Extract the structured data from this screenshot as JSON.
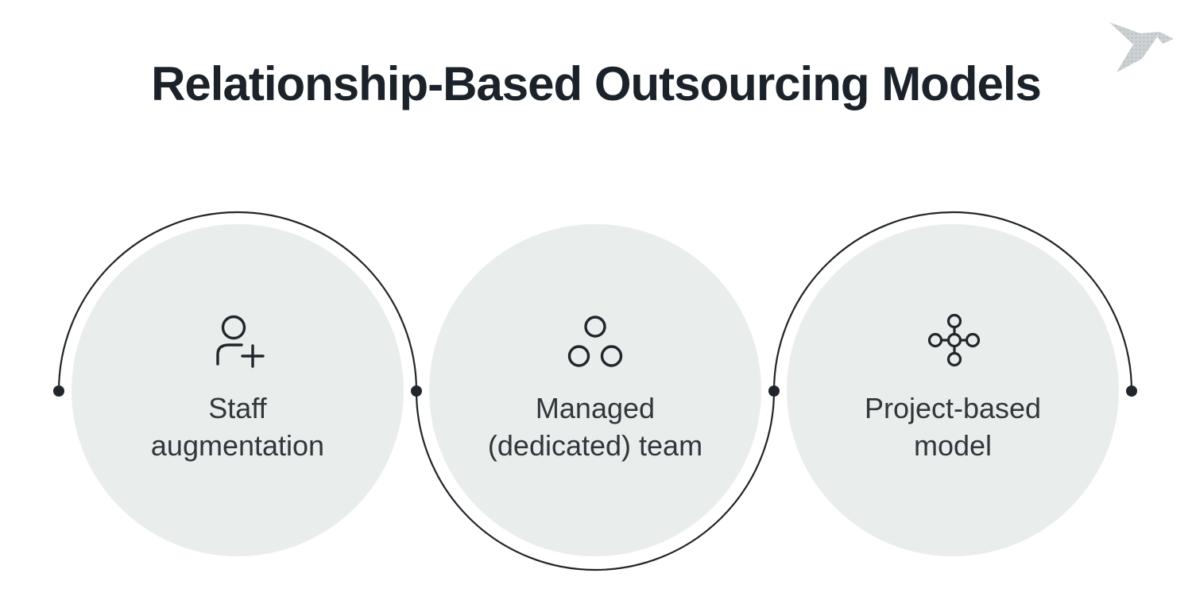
{
  "page": {
    "title": "Relationship-Based Outsourcing Models"
  },
  "brand": {
    "logo_icon": "origami-bird-logo"
  },
  "colors": {
    "background": "#ffffff",
    "title": "#1b222a",
    "label": "#30363b",
    "line": "#20262c",
    "circle_fill": "#e9eeec",
    "logo": "#ccd1d3",
    "logo_dot": "#a9afb3"
  },
  "models": [
    {
      "id": "staff-augmentation",
      "icon": "person-add-icon",
      "line1": "Staff",
      "line2": "augmentation"
    },
    {
      "id": "managed-dedicated-team",
      "icon": "team-circles-icon",
      "line1": "Managed",
      "line2": "(dedicated) team"
    },
    {
      "id": "project-based-model",
      "icon": "network-nodes-icon",
      "line1": "Project-based",
      "line2": "model"
    }
  ]
}
